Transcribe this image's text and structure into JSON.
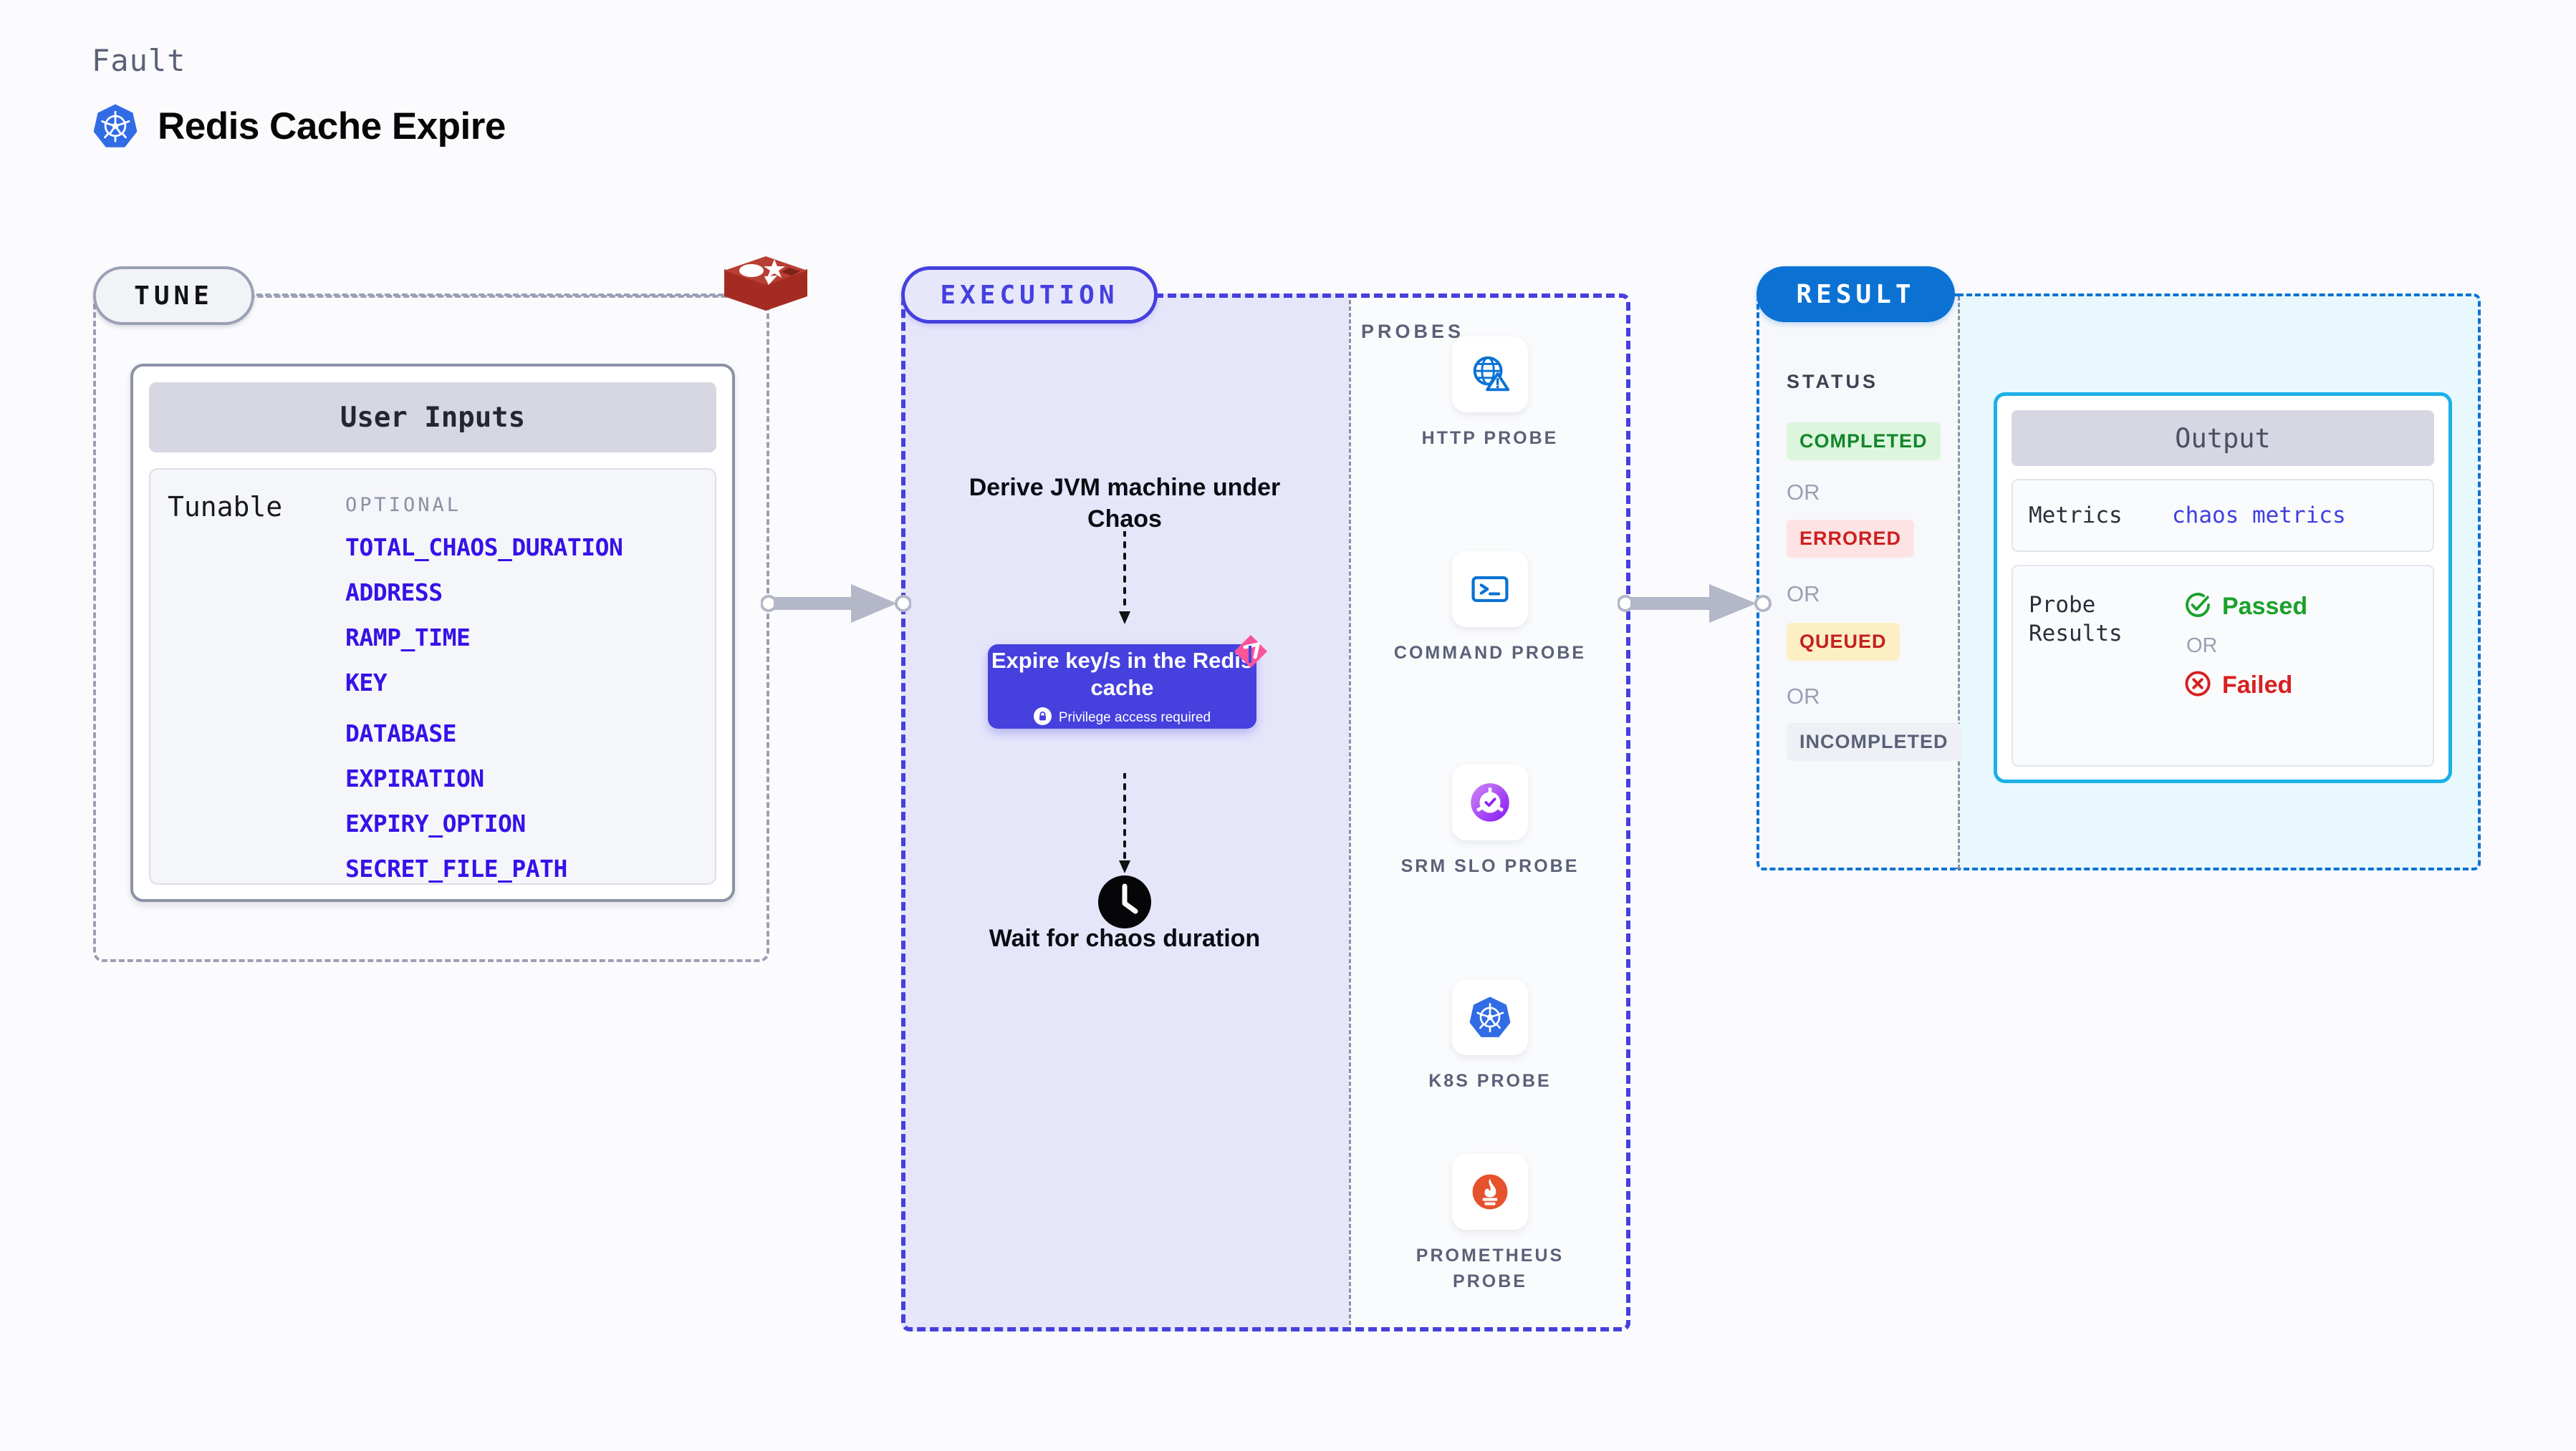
{
  "header": {
    "fault_label": "Fault",
    "title": "Redis Cache Expire",
    "logo_icon": "kubernetes-icon"
  },
  "tune": {
    "badge": "TUNE",
    "technology_icon": "redis-logo",
    "card_header": "User Inputs",
    "tunable_label": "Tunable",
    "optional_label": "OPTIONAL",
    "tunables": [
      "TOTAL_CHAOS_DURATION",
      "ADDRESS",
      "RAMP_TIME",
      "KEY",
      "DATABASE",
      "EXPIRATION",
      "EXPIRY_OPTION",
      "SECRET_FILE_PATH"
    ]
  },
  "execution": {
    "badge": "EXECUTION",
    "derive_step": "Derive JVM machine under Chaos",
    "fault_card": {
      "title": "Expire key/s in the Redis cache",
      "privilege_note": "Privilege access required",
      "lock_icon": "lock-icon",
      "ribbon_icon": "pink-ribbon-icon"
    },
    "wait_step": "Wait for chaos duration",
    "clock_icon": "clock-icon"
  },
  "probes": {
    "label": "PROBES",
    "items": [
      {
        "label": "HTTP PROBE",
        "icon": "globe-warning-icon"
      },
      {
        "label": "COMMAND PROBE",
        "icon": "terminal-icon"
      },
      {
        "label": "SRM SLO PROBE",
        "icon": "slo-donut-check-icon"
      },
      {
        "label": "K8S PROBE",
        "icon": "kubernetes-icon"
      },
      {
        "label": "PROMETHEUS PROBE",
        "icon": "prometheus-icon"
      }
    ]
  },
  "result": {
    "badge": "RESULT",
    "status_label": "STATUS",
    "or_label": "OR",
    "statuses": [
      {
        "label": "COMPLETED",
        "bg": "#dcf5dd",
        "color": "#13862a"
      },
      {
        "label": "ERRORED",
        "bg": "#fde3e3",
        "color": "#cc2020"
      },
      {
        "label": "QUEUED",
        "bg": "#fdefc4",
        "color": "#c32020"
      },
      {
        "label": "INCOMPLETED",
        "bg": "#eef0f5",
        "color": "#5b6178"
      }
    ],
    "output": {
      "header": "Output",
      "metrics_key": "Metrics",
      "metrics_value": "chaos metrics",
      "probe_results_key": "Probe Results",
      "passed_label": "Passed",
      "failed_label": "Failed",
      "or_label": "OR",
      "passed_icon": "check-circle-icon",
      "failed_icon": "x-circle-icon"
    }
  },
  "colors": {
    "accent_purple": "#4640de",
    "accent_blue": "#0b72d4",
    "cyan": "#1cb0e8",
    "tunable_blue": "#3412e8",
    "redis_red": "#a32b22",
    "pink": "#f9559a",
    "green": "#1aa12b",
    "red": "#d81f1f"
  }
}
